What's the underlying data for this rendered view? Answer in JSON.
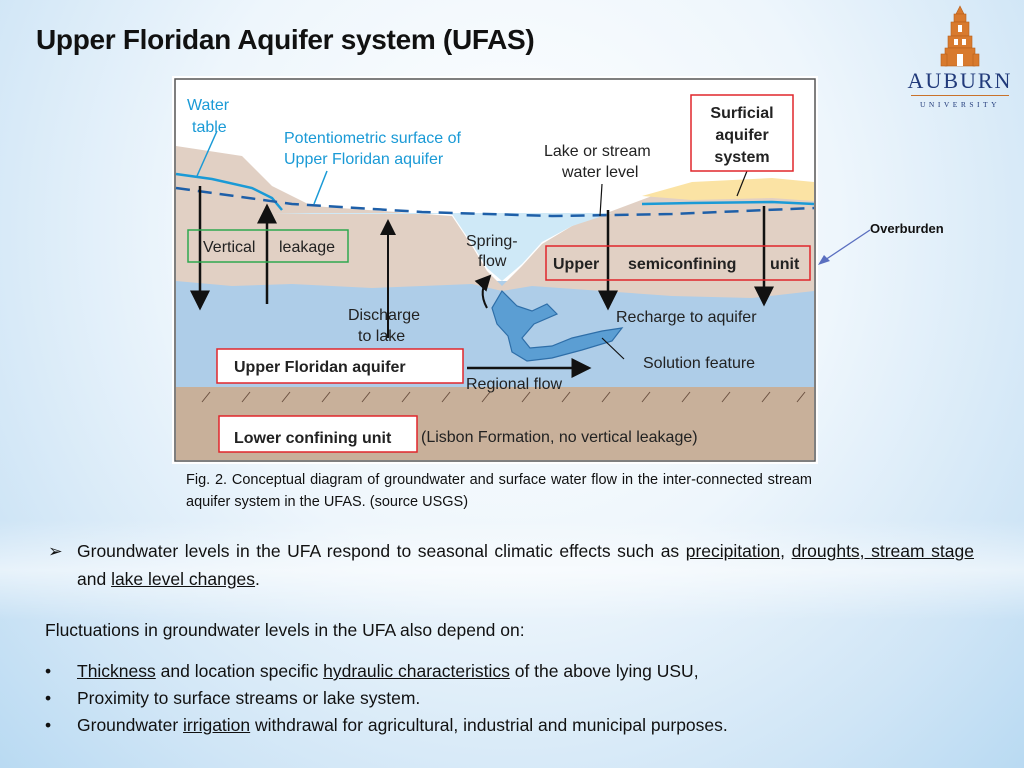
{
  "slide": {
    "title": "Upper Floridan Aquifer system (UFAS)"
  },
  "logo": {
    "name": "AUBURN",
    "sub": "UNIVERSITY",
    "icon": "auburn-tower-icon",
    "color": "#213a7a",
    "accent": "#c9722b"
  },
  "figure": {
    "labels": {
      "water_table_1": "Water",
      "water_table_2": "table",
      "potentiometric_1": "Potentiometric surface of",
      "potentiometric_2": "Upper Floridan aquifer",
      "lake_level_1": "Lake or stream",
      "lake_level_2": "water level",
      "surficial_1": "Surficial",
      "surficial_2": "aquifer",
      "surficial_3": "system",
      "vertical_leakage_1": "Vertical",
      "vertical_leakage_2": "leakage",
      "springflow_1": "Spring-",
      "springflow_2": "flow",
      "upper_semi_1": "Upper",
      "upper_semi_2": "semiconfining",
      "upper_semi_3": "unit",
      "discharge_1": "Discharge",
      "discharge_2": "to lake",
      "recharge": "Recharge to aquifer",
      "solution_feature": "Solution feature",
      "ufa": "Upper Floridan aquifer",
      "regional_flow": "Regional flow",
      "lower_confining": "Lower confining unit",
      "lisbon": "(Lisbon Formation, no vertical leakage)"
    },
    "colors": {
      "label_blue": "#1a9ad6",
      "clay": "#e1d0c4",
      "aquifer": "#aecde8",
      "water": "#cfe9f7",
      "lower": "#c8b09a",
      "surficial": "#fbe3a4",
      "highlight_red": "#e0262b",
      "highlight_green": "#2fa84f"
    }
  },
  "annotation": {
    "overburden": "Overburden"
  },
  "caption": "Fig. 2. Conceptual diagram of groundwater and surface water flow in the inter-connected stream aquifer system in the UFAS. (source USGS)",
  "body": {
    "bullet_symbol": "➢",
    "main_1": "Groundwater levels in the UFA respond to seasonal climatic effects such as ",
    "main_link_precip": "precipitation",
    "main_2": ", ",
    "main_link_drought": "droughts, stream stage",
    "main_3": " and ",
    "main_link_lake": "lake level changes",
    "main_4": ".",
    "para": "Fluctuations in groundwater levels in the UFA also depend on:",
    "list_dot": "•",
    "item1_link1": "Thickness",
    "item1_a": " and location specific ",
    "item1_link2": "hydraulic characteristics",
    "item1_b": " of the above lying USU,",
    "item2": "Proximity to surface streams or lake system.",
    "item3_a": "Groundwater ",
    "item3_link": "irrigation",
    "item3_b": " withdrawal for agricultural, industrial and municipal purposes."
  }
}
